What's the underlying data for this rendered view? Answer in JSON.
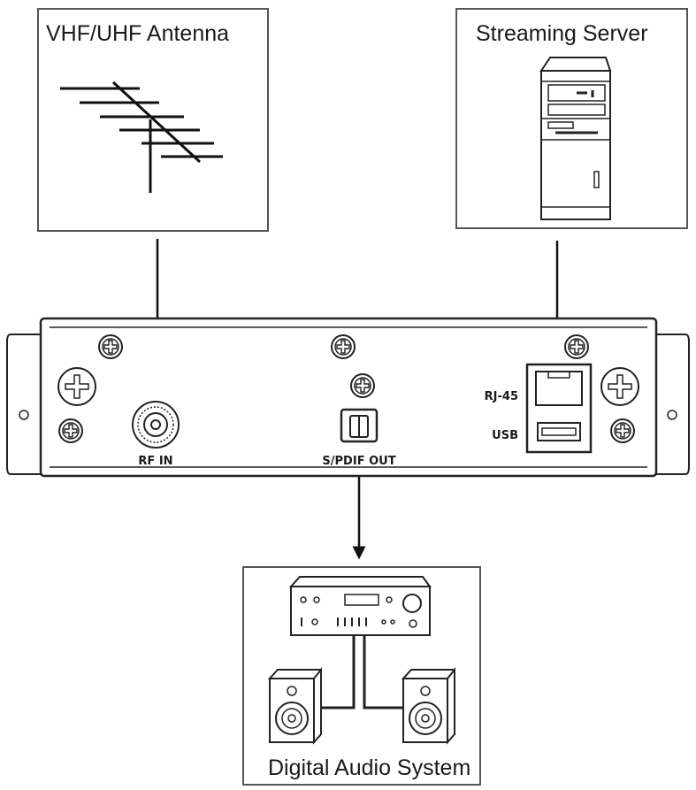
{
  "antenna": {
    "title": "VHF/UHF Antenna"
  },
  "server": {
    "title": "Streaming Server"
  },
  "audio": {
    "title": "Digital Audio System"
  },
  "device": {
    "rf_label": "RF IN",
    "spdif_label": "S/PDIF OUT",
    "rj45_label": "RJ-45",
    "usb_label": "USB"
  }
}
